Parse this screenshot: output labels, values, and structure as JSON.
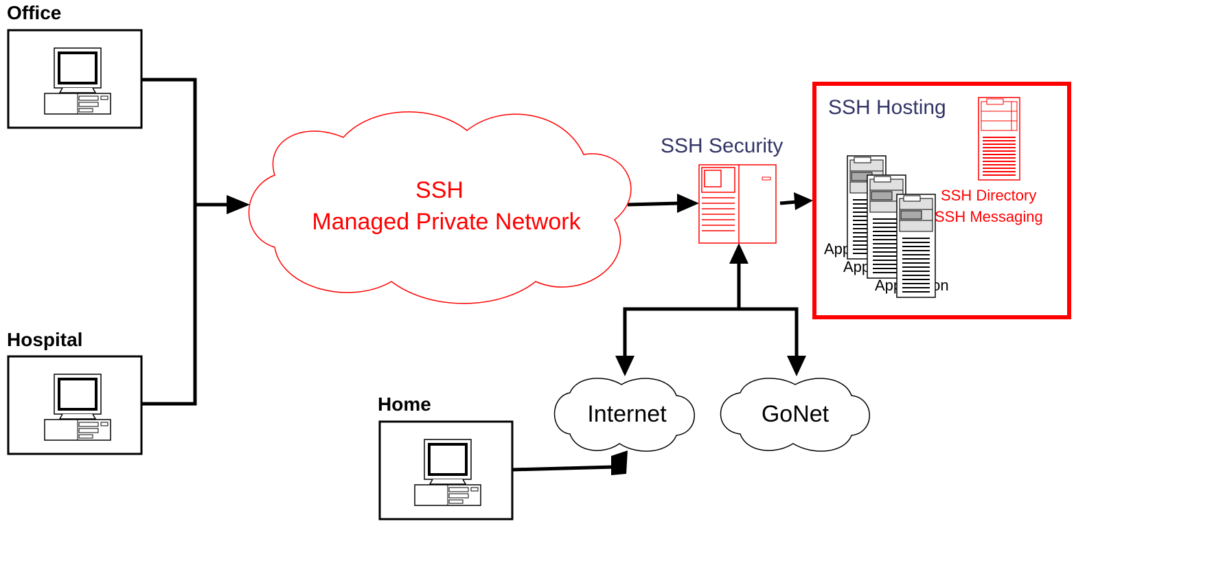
{
  "sites": {
    "office": {
      "label": "Office"
    },
    "hospital": {
      "label": "Hospital"
    },
    "home": {
      "label": "Home"
    }
  },
  "network": {
    "title_line1": "SSH",
    "title_line2": "Managed Private Network"
  },
  "security": {
    "label": "SSH Security"
  },
  "hosting": {
    "label": "SSH Hosting",
    "directory_label": "SSH Directory",
    "messaging_label": "SSH Messaging",
    "application_label_1": "Application",
    "application_label_2": "Application",
    "application_label_3": "Application"
  },
  "clouds": {
    "internet": "Internet",
    "gonet": "GoNet"
  },
  "colors": {
    "accent_red": "#ff0000",
    "navy_text": "#333366",
    "line_black": "#000000"
  },
  "icons": {
    "workstation": "desktop-computer-icon",
    "firewall": "security-appliance-icon",
    "server": "server-tower-icon"
  }
}
